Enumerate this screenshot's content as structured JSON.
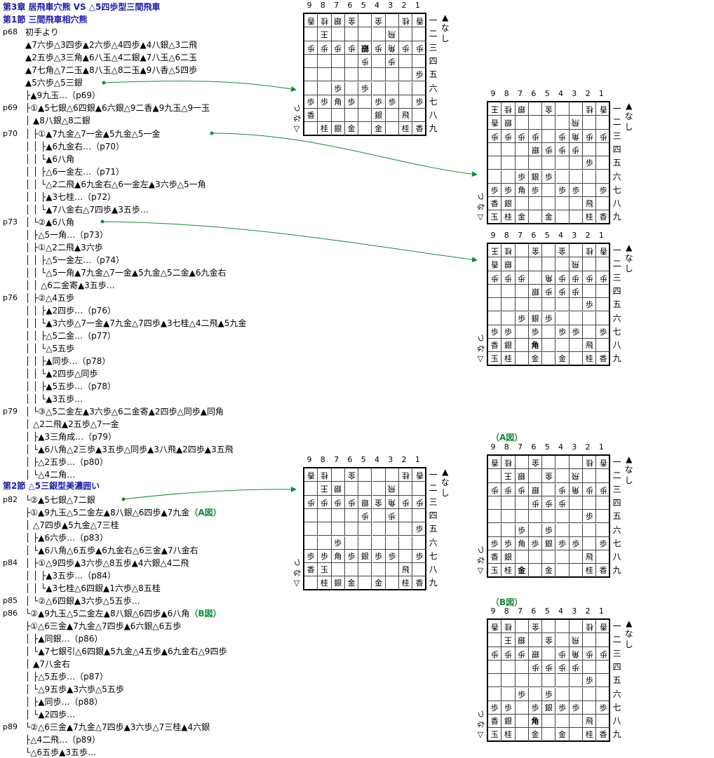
{
  "title_chapter": "第3章 居飛車穴熊 VS △5四歩型三間飛車",
  "title_section1": "第1節 三間飛車相穴熊",
  "title_section2": "第2節 △5三銀型美濃囲い",
  "lines": [
    {
      "id": "l01",
      "p": "p68",
      "t": "初手より"
    },
    {
      "id": "l02",
      "t": "▲7六歩△3四歩▲2六歩△4四歩▲4八銀△3二飛"
    },
    {
      "id": "l03",
      "t": "▲2五歩△3三角▲6八玉△4二銀▲7八玉△6二玉"
    },
    {
      "id": "l04",
      "t": "▲7七角△7二玉▲8八玉△8二玉▲9八香△5四歩"
    },
    {
      "id": "l05",
      "t": "▲5六歩△5三銀"
    },
    {
      "id": "l06",
      "t": "├▲9九玉…（p69）"
    },
    {
      "id": "l07",
      "p": "p69",
      "t": "├①▲5七銀△6四銀▲6六銀△9二香▲9九玉△9一玉"
    },
    {
      "id": "l08",
      "t": "│ ▲8八銀△8二銀"
    },
    {
      "id": "l09",
      "p": "p70",
      "t": "│ ├①▲7九金△7一金▲5九金△5一金"
    },
    {
      "id": "l10",
      "t": "│ │ ├▲6九金右…（p70）"
    },
    {
      "id": "l11",
      "t": "│ │ └▲6八角"
    },
    {
      "id": "l12",
      "t": "│ │   ├△6一金左…（p71）"
    },
    {
      "id": "l13",
      "t": "│ │   └△2二飛▲6九金右△6一金左▲3六歩△5一角"
    },
    {
      "id": "l14",
      "t": "│ │     ├▲3七桂…（p72）"
    },
    {
      "id": "l15",
      "t": "│ │     └▲7八金右△7四歩▲3五歩…"
    },
    {
      "id": "l16",
      "p": "p73",
      "t": "│ └②▲6八角"
    },
    {
      "id": "l17",
      "t": "│   ├△5一角…（p73）"
    },
    {
      "id": "l18",
      "t": "│   ├①△2二飛▲3六歩"
    },
    {
      "id": "l19",
      "t": "│   │ ├△5一金左…（p74）"
    },
    {
      "id": "l20",
      "t": "│   │ └△5一角▲7九金△7一金▲5九金△5二金▲6九金右"
    },
    {
      "id": "l21",
      "t": "│   │   △6二金寄▲3五歩…"
    },
    {
      "id": "l22",
      "p": "p76",
      "t": "│   ├②△4五歩"
    },
    {
      "id": "l23",
      "t": "│   │ ├▲2四歩…（p76）"
    },
    {
      "id": "l24",
      "t": "│   │ └▲3六歩△7一金▲7九金△7四歩▲3七桂△4二飛▲5九金"
    },
    {
      "id": "l25",
      "t": "│   │   ├△5二金…（p77）"
    },
    {
      "id": "l26",
      "t": "│   │   └△5五歩"
    },
    {
      "id": "l27",
      "t": "│   │     ├▲同歩…（p78）"
    },
    {
      "id": "l28",
      "t": "│   │     └▲2四歩△同歩"
    },
    {
      "id": "l29",
      "t": "│   │       ├▲5五歩…（p78）"
    },
    {
      "id": "l30",
      "t": "│   │       └▲3五歩…"
    },
    {
      "id": "l31",
      "p": "p79",
      "t": "│   └③△5二金左▲3六歩△6二金寄▲2四歩△同歩▲同角"
    },
    {
      "id": "l32",
      "t": "│     △2二飛▲2五歩△7一金"
    },
    {
      "id": "l33",
      "t": "│     ├▲3三角成…（p79）"
    },
    {
      "id": "l34",
      "t": "│     └▲6八角△2三歩▲3五歩△同歩▲3八飛▲2四歩▲3五飛"
    },
    {
      "id": "l35",
      "t": "│       ├△2五歩…（p80）"
    },
    {
      "id": "l36",
      "t": "│       └△4二角…"
    },
    {
      "id": "l37",
      "p": "p82",
      "t": "└②▲5七銀△7二銀"
    },
    {
      "id": "l38",
      "t": "  ├①▲9九玉△5二金左▲8八銀△6四歩▲7九金",
      "m": "（A図）"
    },
    {
      "id": "l39",
      "t": "  │ △7四歩▲5九金△7三桂"
    },
    {
      "id": "l40",
      "t": "  │ ├▲6六歩…（p83）"
    },
    {
      "id": "l41",
      "t": "  │ └▲6八角△6五歩▲6九金右△6三金▲7八金右"
    },
    {
      "id": "l42",
      "p": "p84",
      "t": "  │   ├①△9四歩▲3六歩△8五歩▲4六銀△4二飛"
    },
    {
      "id": "l43",
      "t": "  │   │ ├▲3五歩…（p84）"
    },
    {
      "id": "l44",
      "t": "  │   │ └▲3七桂△6四銀▲1六歩△8五桂"
    },
    {
      "id": "l45",
      "p": "p85",
      "t": "  │   └②△6四銀▲3六歩△5五歩…"
    },
    {
      "id": "l46",
      "p": "p86",
      "t": "  └②▲9九玉△5二金左▲8八銀△6四歩▲6八角",
      "m": "（B図）"
    },
    {
      "id": "l47",
      "t": "    ├①△6三金▲7九金△7四歩▲6六銀△6五歩"
    },
    {
      "id": "l48",
      "t": "    │ ├▲同銀…（p86）"
    },
    {
      "id": "l49",
      "t": "    │ └▲7七銀引△6四銀▲5九金△4五歩▲6九金右△9四歩"
    },
    {
      "id": "l50",
      "t": "    │   ▲7八金右"
    },
    {
      "id": "l51",
      "t": "    │   ├△5五歩…（p87）"
    },
    {
      "id": "l52",
      "t": "    │   └△9五歩▲3六歩△5五歩"
    },
    {
      "id": "l53",
      "t": "    │     ├▲同歩…（p88）"
    },
    {
      "id": "l54",
      "t": "    │     └▲2四歩…"
    },
    {
      "id": "l55",
      "p": "p89",
      "t": "    └②△6三金▲7九金△7四歩▲3六歩△7三桂▲4六銀"
    },
    {
      "id": "l56",
      "t": "      ├△4二飛…（p89）"
    },
    {
      "id": "l57",
      "t": "      └△6五歩▲3五歩…"
    }
  ],
  "file_labels": [
    "9",
    "8",
    "7",
    "6",
    "5",
    "4",
    "3",
    "2",
    "1"
  ],
  "rank_labels": [
    "一",
    "二",
    "三",
    "四",
    "五",
    "六",
    "七",
    "八",
    "九"
  ],
  "sente_hand": [
    "▲",
    "な",
    "し"
  ],
  "gote_hand": [
    "つ",
    "な",
    "▽"
  ],
  "boards": [
    {
      "id": "b1",
      "rows": [
        [
          "g:香",
          "g:桂",
          "g:銀",
          "g:金",
          "",
          "g:金",
          "",
          "g:桂",
          "g:香"
        ],
        [
          "",
          "g:王",
          "",
          "",
          "",
          "",
          "g:飛",
          "",
          ""
        ],
        [
          "g:歩",
          "g:歩",
          "g:歩",
          "g:歩",
          "gb:銀",
          "g:歩",
          "g:角",
          "g:歩",
          "g:歩"
        ],
        [
          "",
          "",
          "",
          "",
          "g:歩",
          "",
          "g:歩",
          "",
          ""
        ],
        [
          "",
          "",
          "",
          "",
          "",
          "",
          "",
          "",
          "歩"
        ],
        [
          "",
          "",
          "歩",
          "",
          "歩",
          "",
          "",
          "",
          ""
        ],
        [
          "歩",
          "歩",
          "角",
          "歩",
          "",
          "歩",
          "歩",
          "",
          "歩"
        ],
        [
          "香",
          "",
          "",
          "",
          "",
          "銀",
          "",
          "飛",
          ""
        ],
        [
          "",
          "桂",
          "銀",
          "金",
          "",
          "金",
          "",
          "桂",
          "香"
        ]
      ]
    },
    {
      "id": "b2",
      "rows": [
        [
          "g:王",
          "g:桂",
          "g:銀",
          "",
          "g:金",
          "",
          "",
          "g:桂",
          "g:香"
        ],
        [
          "g:香",
          "g:銀",
          "",
          "",
          "",
          "",
          "g:飛",
          "",
          ""
        ],
        [
          "g:歩",
          "g:歩",
          "g:歩",
          "g:歩",
          "",
          "g:歩",
          "g:角",
          "g:歩",
          "g:歩"
        ],
        [
          "",
          "",
          "",
          "g:銀",
          "g:歩",
          "g:歩",
          "g:歩",
          "",
          ""
        ],
        [
          "",
          "",
          "",
          "",
          "",
          "",
          "",
          "歩",
          ""
        ],
        [
          "",
          "",
          "歩",
          "銀",
          "歩",
          "",
          "",
          "",
          ""
        ],
        [
          "歩",
          "歩",
          "角",
          "歩",
          "",
          "歩",
          "歩",
          "",
          "歩"
        ],
        [
          "香",
          "銀",
          "",
          "",
          "",
          "",
          "",
          "飛",
          ""
        ],
        [
          "玉",
          "桂",
          "金",
          "",
          "金",
          "",
          "",
          "桂",
          "香"
        ]
      ]
    },
    {
      "id": "b3",
      "rows": [
        [
          "g:王",
          "g:桂",
          "",
          "g:金",
          "",
          "g:金",
          "",
          "g:桂",
          "g:香"
        ],
        [
          "g:香",
          "g:銀",
          "",
          "",
          "",
          "",
          "g:飛",
          "",
          ""
        ],
        [
          "g:歩",
          "g:歩",
          "g:歩",
          "",
          "g:角",
          "g:歩",
          "g:歩",
          "g:歩",
          "g:歩"
        ],
        [
          "",
          "",
          "",
          "g:銀",
          "g:歩",
          "g:歩",
          "g:歩",
          "",
          ""
        ],
        [
          "",
          "",
          "",
          "",
          "",
          "",
          "",
          "歩",
          ""
        ],
        [
          "",
          "",
          "歩",
          "銀",
          "歩",
          "",
          "",
          "",
          ""
        ],
        [
          "歩",
          "歩",
          "",
          "歩",
          "",
          "歩",
          "歩",
          "",
          "歩"
        ],
        [
          "香",
          "銀",
          "",
          "b:角",
          "",
          "",
          "",
          "飛",
          ""
        ],
        [
          "玉",
          "桂",
          "",
          "金",
          "",
          "金",
          "",
          "桂",
          "香"
        ]
      ]
    },
    {
      "id": "b4",
      "rows": [
        [
          "g:香",
          "g:桂",
          "",
          "g:金",
          "",
          "",
          "",
          "g:桂",
          "g:香"
        ],
        [
          "",
          "g:王",
          "g:銀",
          "",
          "",
          "",
          "g:飛",
          "",
          ""
        ],
        [
          "g:歩",
          "g:歩",
          "g:歩",
          "g:歩",
          "g:銀",
          "g:金",
          "g:角",
          "g:歩",
          "g:歩"
        ],
        [
          "",
          "",
          "",
          "",
          "g:歩",
          "",
          "g:歩",
          "",
          ""
        ],
        [
          "",
          "",
          "",
          "",
          "",
          "",
          "",
          "",
          "歩"
        ],
        [
          "",
          "",
          "歩",
          "",
          "",
          "",
          "",
          "",
          ""
        ],
        [
          "歩",
          "歩",
          "角",
          "歩",
          "銀",
          "歩",
          "歩",
          "",
          "歩"
        ],
        [
          "香",
          "玉",
          "",
          "",
          "",
          "",
          "",
          "飛",
          ""
        ],
        [
          "",
          "桂",
          "銀",
          "金",
          "",
          "金",
          "",
          "桂",
          "香"
        ]
      ]
    },
    {
      "id": "b5",
      "rows": [
        [
          "g:香",
          "g:桂",
          "",
          "g:金",
          "",
          "",
          "",
          "g:桂",
          "g:香"
        ],
        [
          "",
          "g:王",
          "g:銀",
          "",
          "g:金",
          "",
          "g:飛",
          "",
          ""
        ],
        [
          "g:歩",
          "g:歩",
          "g:歩",
          "g:銀",
          "",
          "g:歩",
          "g:角",
          "g:歩",
          "g:歩"
        ],
        [
          "",
          "",
          "",
          "g:歩",
          "g:歩",
          "g:歩",
          "",
          "",
          ""
        ],
        [
          "",
          "",
          "",
          "",
          "",
          "",
          "",
          "歩",
          ""
        ],
        [
          "",
          "",
          "歩",
          "",
          "歩",
          "",
          "",
          "",
          ""
        ],
        [
          "歩",
          "歩",
          "角",
          "歩",
          "銀",
          "歩",
          "歩",
          "",
          "歩"
        ],
        [
          "香",
          "銀",
          "",
          "",
          "",
          "",
          "",
          "飛",
          ""
        ],
        [
          "玉",
          "桂",
          "b:金",
          "",
          "金",
          "",
          "",
          "桂",
          "香"
        ]
      ]
    },
    {
      "id": "b6",
      "rows": [
        [
          "g:香",
          "g:桂",
          "",
          "g:金",
          "",
          "",
          "",
          "g:桂",
          "g:香"
        ],
        [
          "",
          "g:王",
          "g:銀",
          "",
          "g:金",
          "",
          "g:飛",
          "",
          ""
        ],
        [
          "g:歩",
          "g:歩",
          "g:歩",
          "g:銀",
          "",
          "g:歩",
          "g:角",
          "g:歩",
          "g:歩"
        ],
        [
          "",
          "",
          "",
          "g:歩",
          "g:歩",
          "g:歩",
          "g:歩",
          "",
          ""
        ],
        [
          "",
          "",
          "",
          "",
          "",
          "",
          "",
          "歩",
          ""
        ],
        [
          "",
          "",
          "歩",
          "",
          "歩",
          "",
          "",
          "",
          ""
        ],
        [
          "歩",
          "歩",
          "",
          "歩",
          "銀",
          "歩",
          "歩",
          "",
          "歩"
        ],
        [
          "香",
          "銀",
          "",
          "b:角",
          "",
          "",
          "",
          "飛",
          ""
        ],
        [
          "玉",
          "桂",
          "",
          "金",
          "",
          "金",
          "",
          "桂",
          "香"
        ]
      ]
    }
  ],
  "board_tags": {
    "a": "（A図）",
    "b": "（B図）"
  },
  "colors": {
    "heading": "#1a1aa8",
    "accent": "#118a3a",
    "board_grid": "#000000"
  }
}
